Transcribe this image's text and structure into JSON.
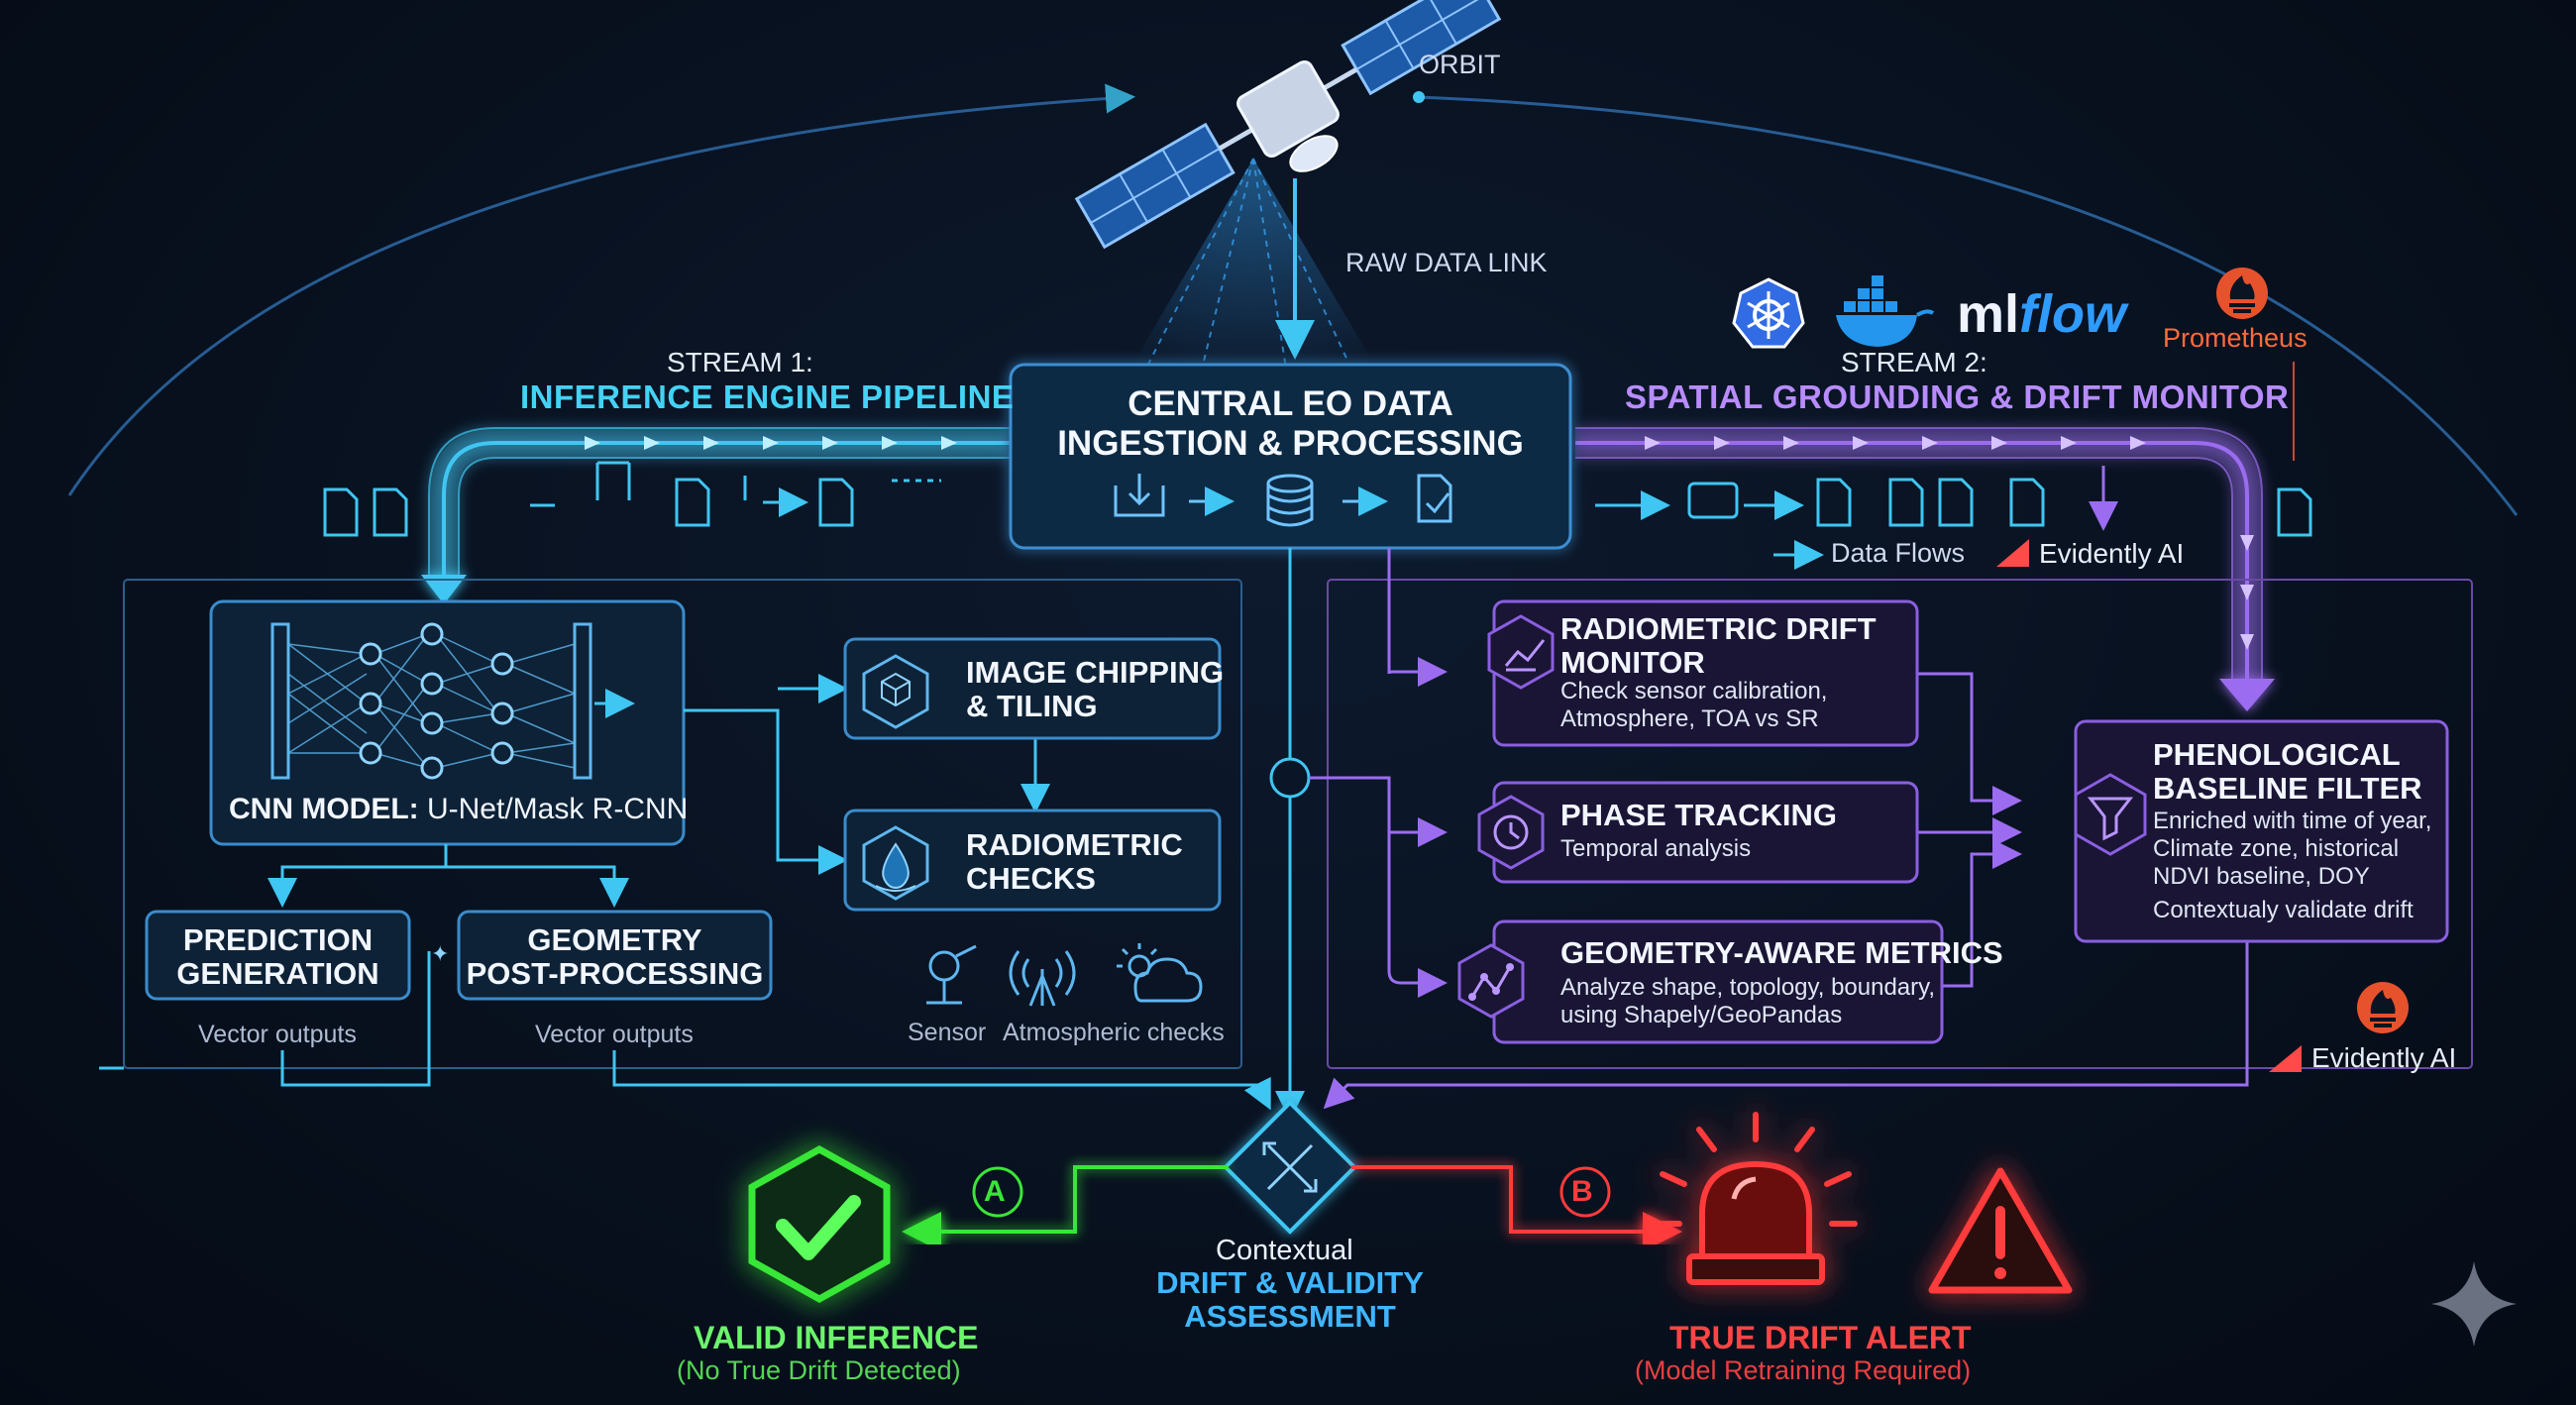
{
  "orbit_label": "ORBIT",
  "raw_data_link": "RAW DATA LINK",
  "stream1": {
    "number": "STREAM 1:",
    "title": "INFERENCE ENGINE PIPELINE"
  },
  "stream2": {
    "number": "STREAM 2:",
    "title": "SPATIAL GROUNDING & DRIFT MONITOR"
  },
  "central": {
    "line1": "CENTRAL EO DATA",
    "line2": "INGESTION & PROCESSING"
  },
  "tools": {
    "mlflow_ml": "ml",
    "mlflow_flow": "flow",
    "prometheus": "Prometheus",
    "evidently": "Evidently AI"
  },
  "legend": {
    "data_flows": "Data Flows"
  },
  "cnn": {
    "label_bold": "CNN MODEL:",
    "label_rest": " U-Net/Mask R-CNN"
  },
  "chipping": {
    "line1": "IMAGE CHIPPING",
    "line2": "& TILING"
  },
  "radio_checks": {
    "line1": "RADIOMETRIC",
    "line2": "CHECKS"
  },
  "prediction": {
    "line1": "PREDICTION",
    "line2": "GENERATION",
    "caption": "Vector outputs"
  },
  "geometry_pp": {
    "line1": "GEOMETRY",
    "line2": "POST-PROCESSING",
    "caption": "Vector outputs"
  },
  "sensor_label": "Sensor",
  "atmos_label": "Atmospheric checks",
  "radiometric_drift": {
    "line1": "RADIOMETRIC DRIFT",
    "line2": "MONITOR",
    "desc1": "Check sensor calibration,",
    "desc2": "Atmosphere, TOA vs SR"
  },
  "phase": {
    "title": "PHASE TRACKING",
    "desc": "Temporal analysis"
  },
  "geometry_metrics": {
    "title": "GEOMETRY-AWARE METRICS",
    "desc1": "Analyze shape, topology, boundary,",
    "desc2": "using Shapely/GeoPandas"
  },
  "phenological": {
    "line1": "PHENOLOGICAL",
    "line2": "BASELINE FILTER",
    "desc1": "Enriched with time of year,",
    "desc2": "Climate zone, historical",
    "desc3": "NDVI baseline, DOY",
    "desc4": "Contextualy validate drift"
  },
  "assessment": {
    "line1": "Contextual",
    "line2": "DRIFT & VALIDITY",
    "line3": "ASSESSMENT"
  },
  "outcome_a": {
    "badge": "A",
    "title": "VALID INFERENCE",
    "sub": "(No True Drift Detected)"
  },
  "outcome_b": {
    "badge": "B",
    "title": "TRUE DRIFT ALERT",
    "sub": "(Model Retraining Required)"
  },
  "colors": {
    "stream1": "#3fc6f2",
    "stream2": "#9b6cf0",
    "green": "#39e639",
    "red": "#ff3333",
    "box_border": "#3a78a8",
    "box_fill": "#0d2236"
  }
}
